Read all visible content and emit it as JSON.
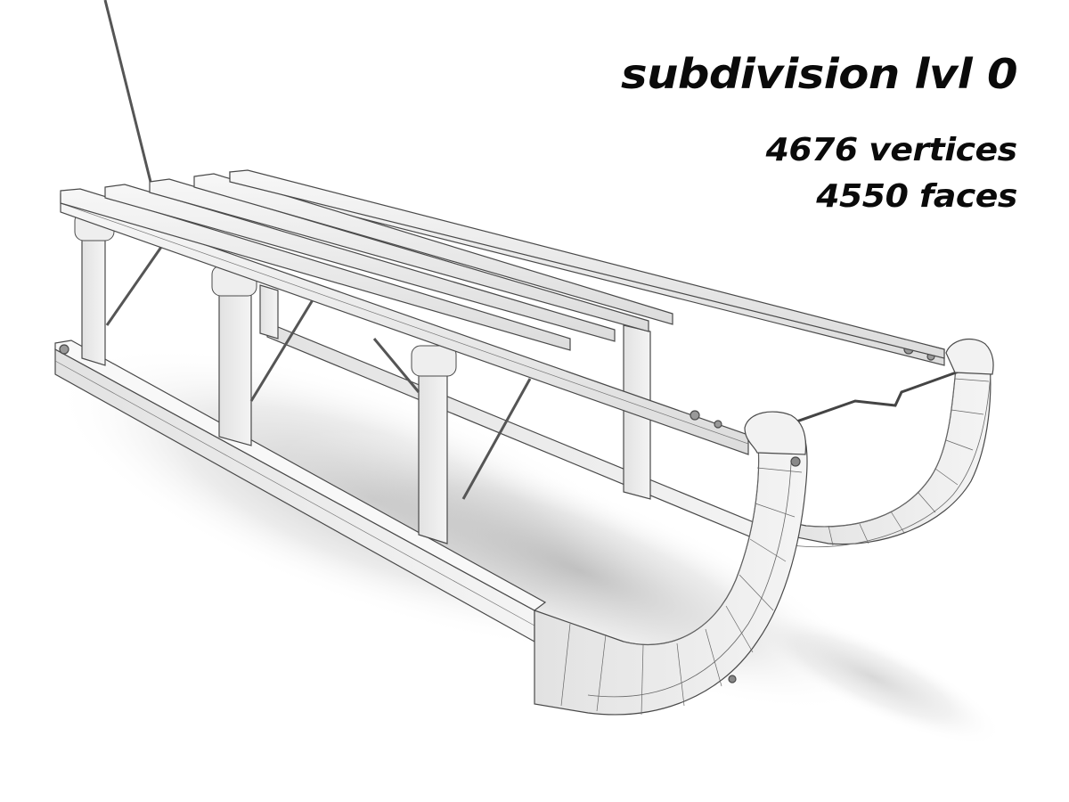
{
  "render": {
    "subject": "wooden sled 3D model wireframe",
    "background_color": "#ffffff",
    "mesh_fill": "#f0f0f0",
    "mesh_line": "#555555"
  },
  "caption": {
    "title": "subdivision lvl 0",
    "vertices": "4676 vertices",
    "faces": "4550 faces"
  }
}
